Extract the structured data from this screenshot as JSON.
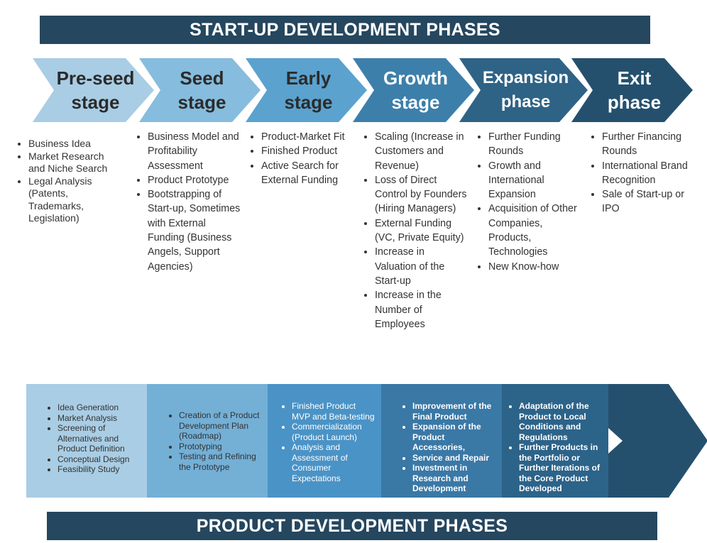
{
  "top_title": "START-UP DEVELOPMENT PHASES",
  "bottom_title": "PRODUCT DEVELOPMENT PHASES",
  "stages": [
    {
      "line1": "Pre-seed",
      "line2": "stage",
      "fill": "#a9cde4",
      "text_color": "#2b2b2b"
    },
    {
      "line1": "Seed",
      "line2": "stage",
      "fill": "#86bcdd",
      "text_color": "#2b2b2b"
    },
    {
      "line1": "Early",
      "line2": "stage",
      "fill": "#5ba2cf",
      "text_color": "#2b2b2b"
    },
    {
      "line1": "Growth",
      "line2": "stage",
      "fill": "#3d7fab",
      "text_color": "#ffffff"
    },
    {
      "line1": "Expansion",
      "line2": "phase",
      "fill": "#2e6386",
      "text_color": "#ffffff"
    },
    {
      "line1": "Exit",
      "line2": "phase",
      "fill": "#24506e",
      "text_color": "#ffffff"
    }
  ],
  "startup_items": [
    [
      "Business Idea",
      "Market Research and Niche Search",
      "Legal Analysis (Patents, Trademarks, Legislation)"
    ],
    [
      "Business Model and Profitability Assessment",
      "Product Prototype",
      "Bootstrapping of Start-up, Sometimes with External Funding (Business Angels, Support Agencies)"
    ],
    [
      "Product-Market Fit",
      "Finished Product",
      "Active Search for External Funding"
    ],
    [
      "Scaling (Increase in Customers and Revenue)",
      "Loss of Direct Control by Founders (Hiring Managers)",
      "External Funding (VC, Private Equity)",
      "Increase in Valuation of the Start-up",
      "Increase in the Number of Employees"
    ],
    [
      "Further Funding Rounds",
      "Growth and International Expansion",
      "Acquisition of Other Companies, Products, Technologies",
      "New Know-how"
    ],
    [
      "Further Financing Rounds",
      "International Brand Recognition",
      "Sale of Start-up or IPO"
    ]
  ],
  "product_blocks": [
    {
      "fill": "#a9cde4",
      "items": [
        "Idea Generation",
        "Market Analysis",
        "Screening of Alternatives and Product Definition",
        "Conceptual Design",
        "Feasibility Study"
      ]
    },
    {
      "fill": "#74afd6",
      "items": [
        "Creation of a Product Development Plan (Roadmap)",
        "Prototyping",
        "Testing and Refining the Prototype"
      ]
    },
    {
      "fill": "#4a93c6",
      "items": [
        "Finished Product MVP and Beta-testing",
        "Commercialization (Product Launch)",
        "Analysis and Assessment of Consumer Expectations"
      ]
    },
    {
      "fill": "#3a78a6",
      "items": [
        "Improvement of the Final Product",
        "Expansion of the Product Accessories,",
        "Service and Repair",
        "Investment in Research and Development"
      ]
    },
    {
      "fill": "#2c6389",
      "items": [
        "Adaptation of the Product to Local Conditions and Regulations",
        "Further Products in the Portfolio or Further Iterations of the Core Product Developed"
      ]
    },
    {
      "fill": "#24506e",
      "items": []
    }
  ]
}
